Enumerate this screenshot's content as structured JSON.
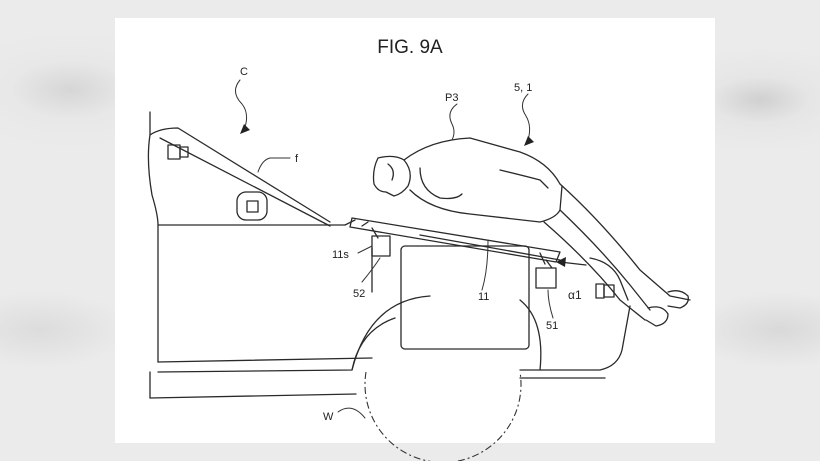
{
  "figure": {
    "title": "FIG. 9A",
    "labels": {
      "vehicle": "C",
      "hood": "f",
      "pedestrian": "P3",
      "device": "5, 1",
      "airbag_edge": "11s",
      "airbag": "11",
      "actuator_rear": "52",
      "actuator_front": "51",
      "angle": "α1",
      "wheel": "W"
    }
  }
}
